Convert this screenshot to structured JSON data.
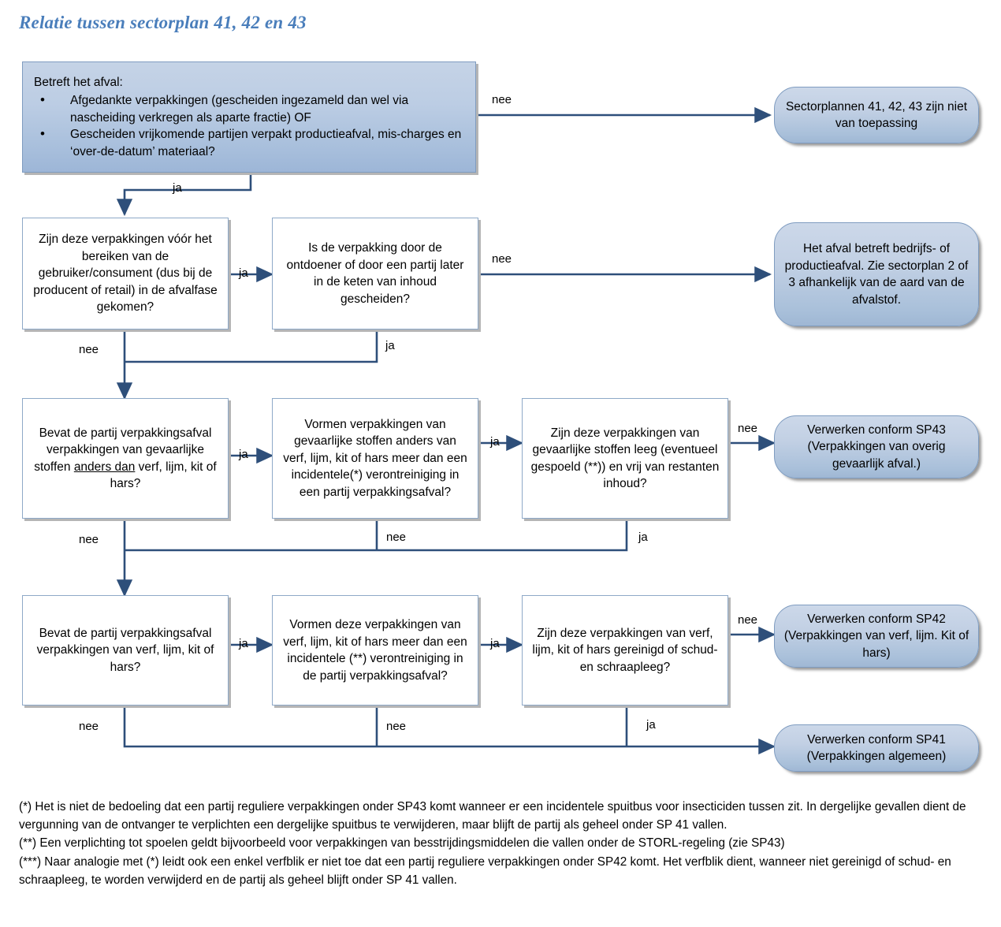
{
  "title": "Relatie tussen sectorplan 41, 42 en 43",
  "diagram": {
    "type": "flowchart",
    "nodes": {
      "lead": {
        "heading": "Betreft het afval:",
        "bullets": [
          "Afgedankte verpakkingen (gescheiden ingezameld dan wel via nascheiding verkregen als aparte fractie) OF",
          "Gescheiden vrijkomende partijen verpakt productieafval, mis-charges en ‘over-de-datum’ materiaal?"
        ]
      },
      "r1_out": "Sectorplannen 41, 42, 43 zijn niet van toepassing",
      "r2_q1": "Zijn deze verpakkingen vóór het bereiken van de gebruiker/consument (dus bij de producent of retail) in de afvalfase gekomen?",
      "r2_q2": "Is de verpakking door de ontdoener of door een partij later in de keten van inhoud gescheiden?",
      "r2_out": "Het afval betreft bedrijfs- of productieafval. Zie sectorplan 2 of 3 afhankelijk van de aard van de afvalstof.",
      "r3_q1_a": "Bevat de partij verpakkingsafval verpakkingen van gevaarlijke stoffen ",
      "r3_q1_u": "anders dan",
      "r3_q1_b": " verf, lijm, kit of hars?",
      "r3_q2": "Vormen verpakkingen van gevaarlijke stoffen anders van verf, lijm, kit of hars meer dan een incidentele(*) verontreiniging in een partij verpakkingsafval?",
      "r3_q3": "Zijn deze verpakkingen van gevaarlijke stoffen leeg (eventueel gespoeld (**)) en vrij van restanten inhoud?",
      "r3_out": "Verwerken conform SP43 (Verpakkingen van overig gevaarlijk afval.)",
      "r4_q1": "Bevat de partij verpakkingsafval verpakkingen van verf, lijm, kit of hars?",
      "r4_q2": "Vormen deze verpakkingen van  verf, lijm, kit of hars meer dan een incidentele (**) verontreiniging in de partij verpakkingsafval?",
      "r4_q3": "Zijn deze verpakkingen van verf, lijm, kit of hars gereinigd of schud- en schraapleeg?",
      "r4_out": "Verwerken conform SP42 (Verpakkingen van verf, lijm. Kit of hars)",
      "r5_out": "Verwerken conform SP41 (Verpakkingen algemeen)"
    },
    "edge_labels": {
      "lead_no": "nee",
      "lead_yes": "ja",
      "r2_q1_yes": "ja",
      "r2_q1_no": "nee",
      "r2_q2_no": "nee",
      "r2_q2_yes": "ja",
      "r3_q1_yes": "ja",
      "r3_q1_no": "nee",
      "r3_q2_yes": "ja",
      "r3_q2_no": "nee",
      "r3_q3_no": "nee",
      "r3_q3_yes": "ja",
      "r4_q1_yes": "ja",
      "r4_q1_no": "nee",
      "r4_q2_yes": "ja",
      "r4_q2_no": "nee",
      "r4_q3_no": "nee",
      "r4_q3_yes": "ja"
    }
  },
  "footnotes": {
    "n1": "(*) Het is niet de bedoeling dat een partij reguliere verpakkingen onder SP43 komt wanneer er een incidentele spuitbus voor insecticiden tussen zit. In dergelijke gevallen dient de vergunning van de ontvanger te verplichten een dergelijke spuitbus te verwijderen, maar blijft de partij als geheel onder SP 41 vallen.",
    "n2": "(**) Een verplichting tot spoelen geldt bijvoorbeeld voor verpakkingen van besstrijdingsmiddelen die vallen onder de STORL-regeling (zie SP43)",
    "n3": "(***) Naar analogie met (*) leidt ook een enkel verfblik er niet toe dat een partij reguliere verpakkingen onder SP42 komt. Het verfblik dient, wanneer niet gereinigd of schud- en schraapleeg, te worden verwijderd en de partij als geheel blijft onder SP 41 vallen."
  },
  "colors": {
    "title": "#4a7ebb",
    "connector": "#2e4f7a",
    "node_border": "#8ea9c8",
    "pill_fill_top": "#ccd8e9",
    "pill_fill_bottom": "#9fb7d4",
    "lead_fill_top": "#c5d3e6",
    "lead_fill_bottom": "#9db6d7"
  }
}
